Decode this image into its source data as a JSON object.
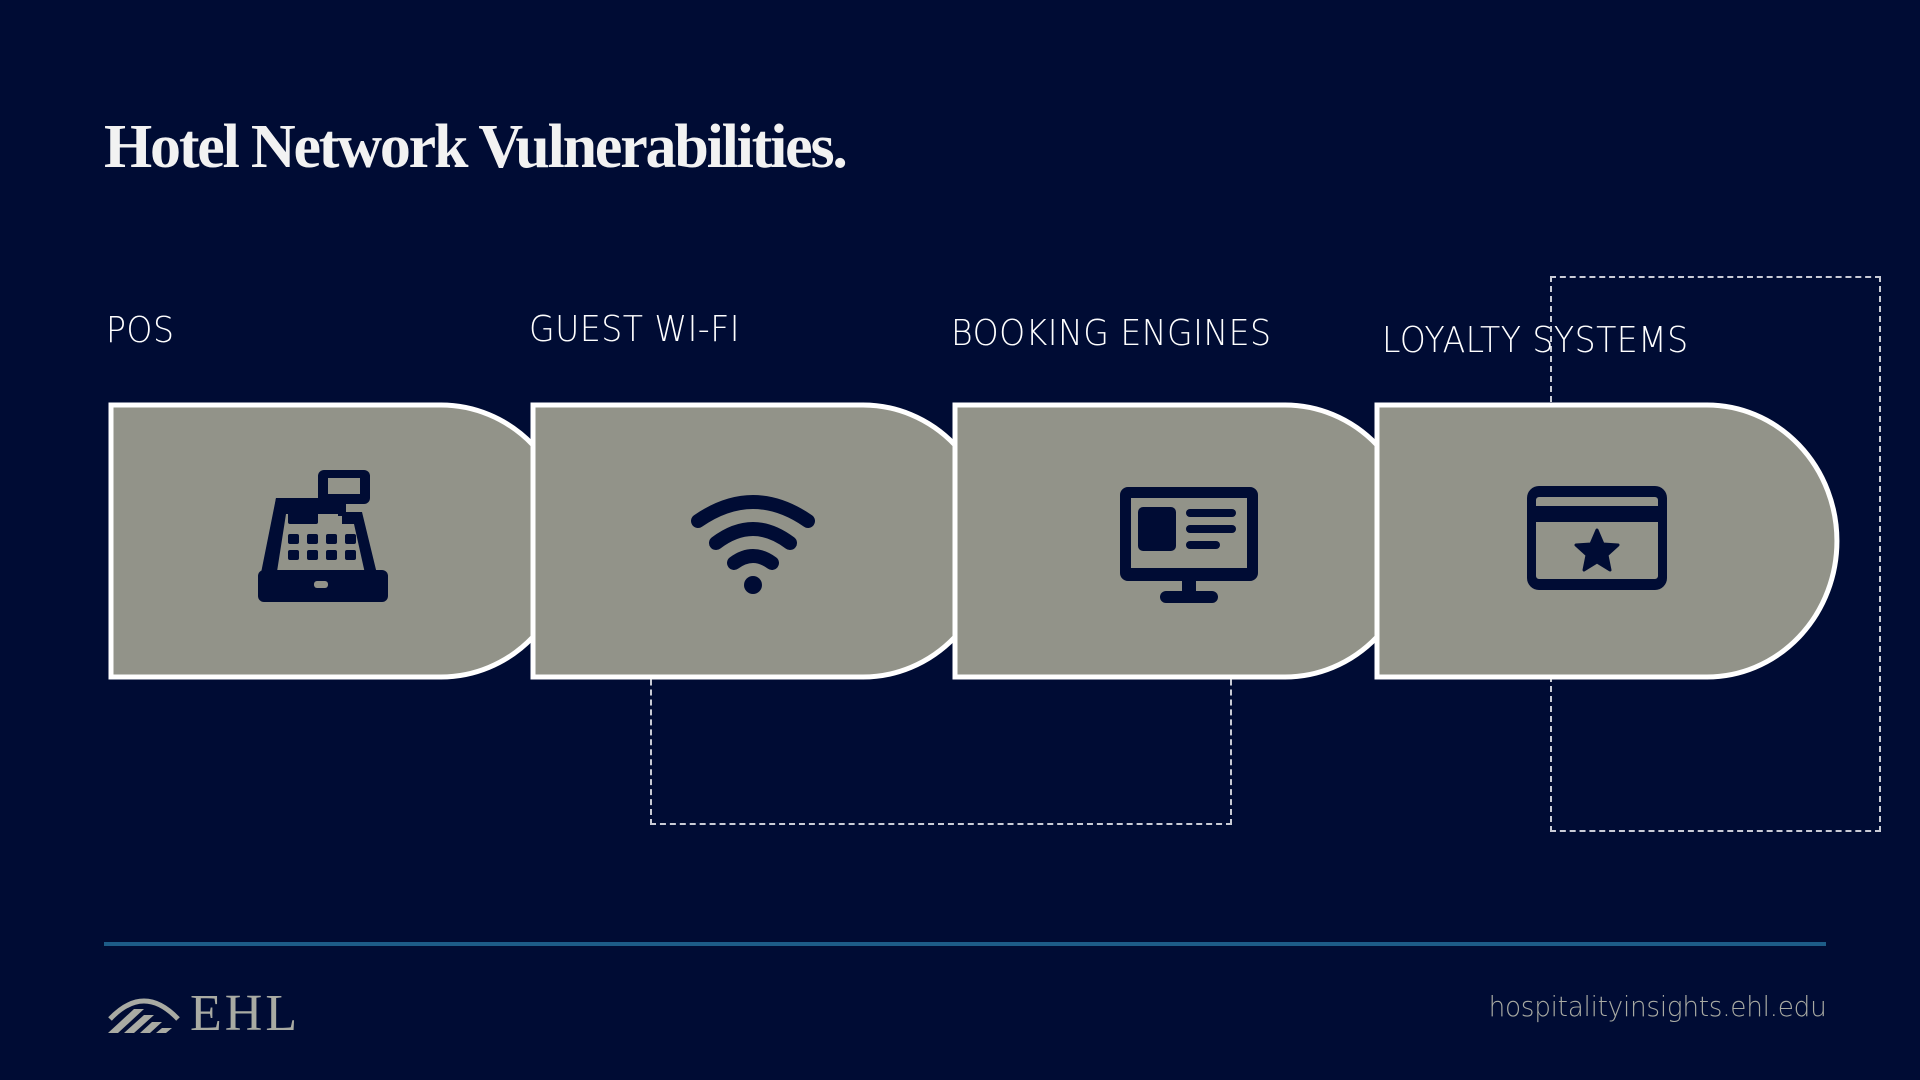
{
  "title": "Hotel Network Vulnerabilities.",
  "colors": {
    "background": "#000c34",
    "shape_fill": "#929389",
    "shape_stroke": "#ffffff",
    "icon": "#000c34",
    "divider": "#1d5c88",
    "footer_text": "#a9aba3"
  },
  "steps": [
    {
      "label": "POS",
      "icon": "cash-register-icon"
    },
    {
      "label": "GUEST WI-FI",
      "icon": "wifi-icon"
    },
    {
      "label": "BOOKING ENGINES",
      "icon": "monitor-icon"
    },
    {
      "label": "LOYALTY SYSTEMS",
      "icon": "loyalty-card-star-icon"
    }
  ],
  "footer": {
    "logo_text": "EHL",
    "url": "hospitalityinsights.ehl.edu"
  }
}
